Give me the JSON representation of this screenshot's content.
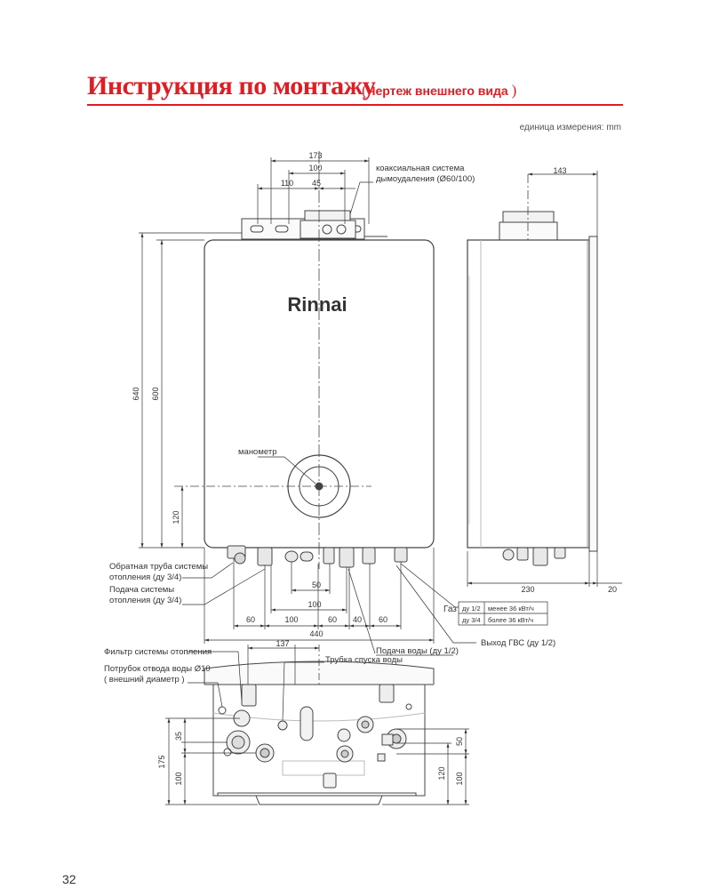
{
  "title": {
    "main": "Инструкция по монтажу",
    "sub_open": "(",
    "sub": "Чертеж внешнего вида",
    "sub_close": ")"
  },
  "units_label": "единица измерения: mm",
  "brand": "Rinnai",
  "labels": {
    "flue": [
      "коаксиальная система",
      "дымоудаления (Ø60/100)"
    ],
    "gauge": "манометр",
    "heating_return": [
      "Обратная труба системы",
      "отопления (ду 3/4)"
    ],
    "heating_supply": [
      "Подача системы",
      "отопления (ду 3/4)"
    ],
    "gas": "Газ",
    "water_supply": "Подача воды (ду 1/2)",
    "dhw_outlet": "Выход ГВС  (ду 1/2)",
    "heating_filter": "Фильтр системы отопления",
    "drain_nozzle": [
      "Потрубок отвода воды Ø10",
      "( внешний диаметр )"
    ],
    "drain_tube": "Трубка спуска воды"
  },
  "gas_table": [
    {
      "size": "ду 1/2",
      "power": "менее 36 кВт/ч"
    },
    {
      "size": "ду 3/4",
      "power": "более 36 кВт/ч"
    }
  ],
  "dims": {
    "d173": "173",
    "d100_top": "100",
    "d110": "110",
    "d45": "45",
    "d143": "143",
    "d640": "640",
    "d600": "600",
    "d120_front": "120",
    "d50_bottom": "50",
    "d100_bottom": "100",
    "d60_a": "60",
    "d100_row": "100",
    "d60_b": "60",
    "d40": "40",
    "d60_c": "60",
    "d440": "440",
    "d230": "230",
    "d20": "20",
    "d137": "137",
    "d175": "175",
    "d35": "35",
    "d100_left": "100",
    "d50_right": "50",
    "d120_right": "120",
    "d100_right": "100"
  },
  "page_number": "32"
}
